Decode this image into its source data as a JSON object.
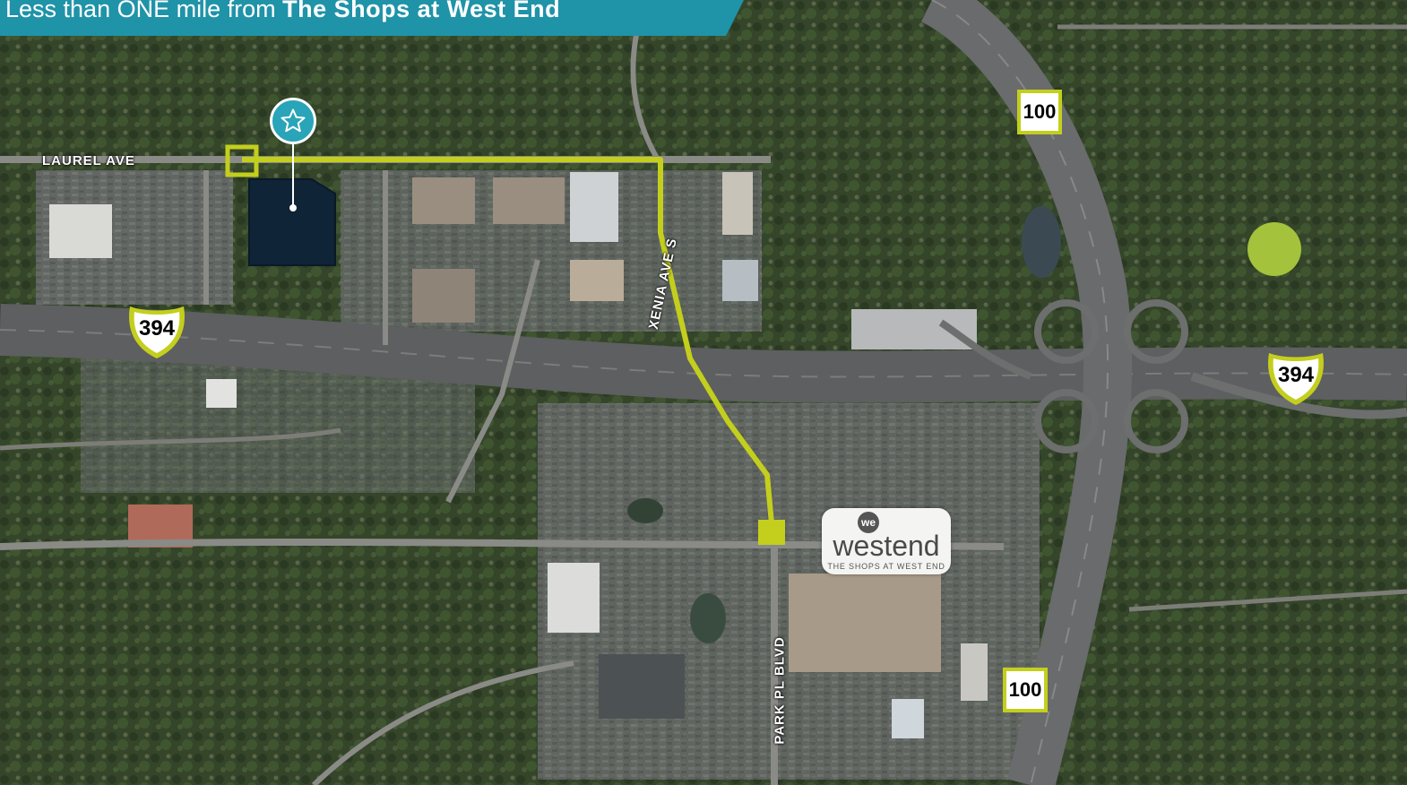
{
  "banner": {
    "prefix": "Less than ONE mile from ",
    "highlight": "The Shops at West End"
  },
  "roads": {
    "laurel": "LAUREL AVE",
    "xenia": "XENIA AVE S",
    "park_pl": "PARK PL BLVD"
  },
  "shields": {
    "hwy100_top": "100",
    "hwy100_bottom": "100",
    "i394_left": "394",
    "i394_right": "394"
  },
  "westend": {
    "mark": "we",
    "name": "westend",
    "tagline": "THE SHOPS AT WEST END"
  },
  "icons": {
    "site_marker": "star-icon"
  },
  "colors": {
    "route": "#c3cf1c",
    "banner": "#1f93a8",
    "site_parcel": "#0f2436",
    "marker": "#29a4b8"
  }
}
